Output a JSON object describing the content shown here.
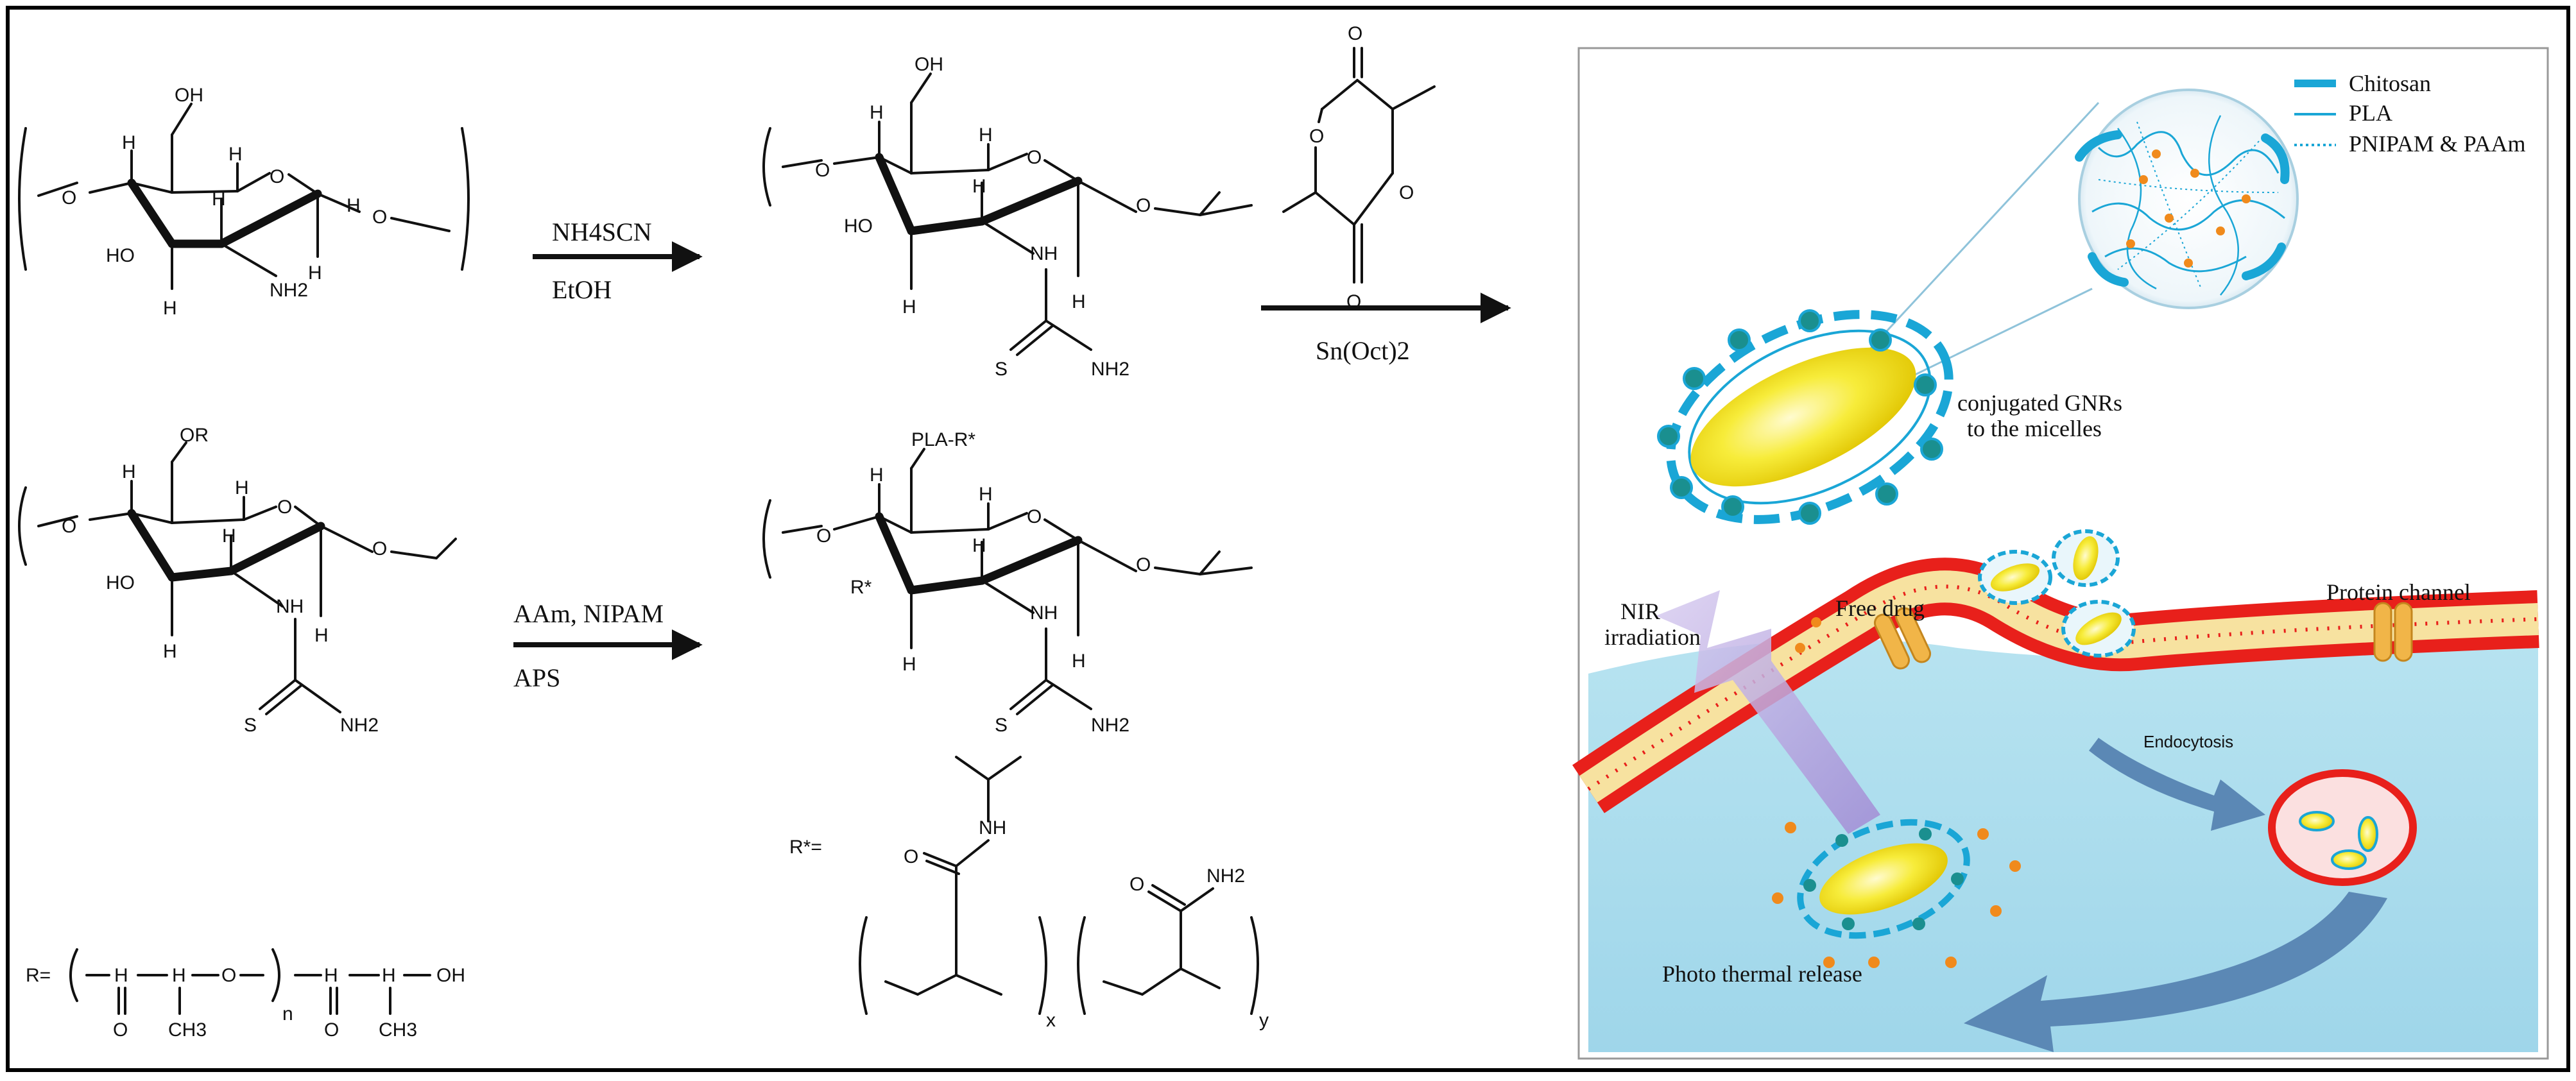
{
  "figure": {
    "reaction_1": {
      "reagent_top": "NH4SCN",
      "reagent_bottom": "EtOH"
    },
    "reaction_2": {
      "reagent_bottom": "Sn(Oct)2"
    },
    "reaction_3": {
      "reagent_top": "AAm, NIPAM",
      "reagent_bottom": "APS"
    },
    "atoms": {
      "H": "H",
      "O": "O",
      "OH": "OH",
      "HO": "HO",
      "NH2": "NH2",
      "NH": "NH",
      "S": "S",
      "OR": "OR",
      "PLA_R": "PLA-R*",
      "R_star": "R*",
      "R_star_def": "R*=",
      "R_def": "R=",
      "n": "n",
      "x": "x",
      "y": "y",
      "CH3": "CH3",
      "OH_end": "OH"
    },
    "legend": {
      "chitosan": "Chitosan",
      "pla": "PLA",
      "pnipam_paam": "PNIPAM & PAAm"
    },
    "annotations": {
      "conjugated_1": "conjugated GNRs",
      "conjugated_2": "to the micelles",
      "nir_1": "NIR",
      "nir_2": "irradiation",
      "free_drug": "Free drug",
      "protein_channel": "Protein channel",
      "endocytosis": "Endocytosis",
      "photothermal": "Photo thermal  release"
    },
    "colors": {
      "chitosan": "#1aa6d6",
      "gnr": "#f5e400",
      "membrane_red": "#e8201b",
      "membrane_inner": "#f7e2a0",
      "cell_fill": "#a9dcec",
      "arrow_blue": "#5b88b5",
      "drug_orange": "#f08a1c",
      "nir_purple": "#b8a6dc"
    }
  }
}
